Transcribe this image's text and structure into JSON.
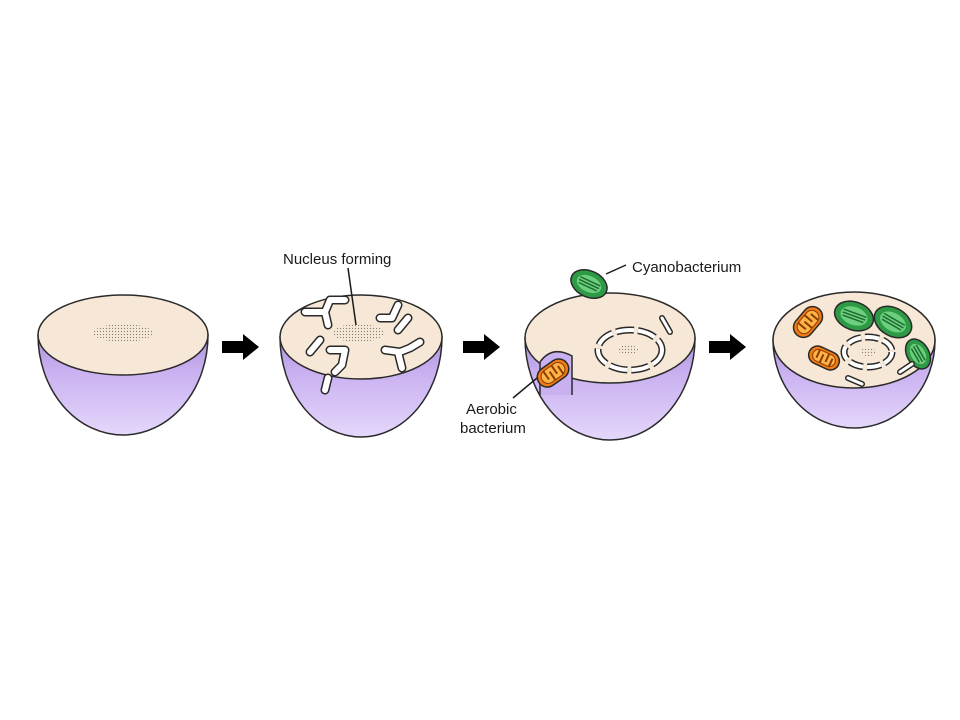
{
  "labels": {
    "nucleus_forming": "Nucleus forming",
    "cyanobacterium": "Cyanobacterium",
    "aerobic_line1": "Aerobic",
    "aerobic_line2": "bacterium"
  },
  "colors": {
    "cell_bottom": "#c9b0f0",
    "cell_bottom_dark": "#a993da",
    "cell_top": "#f6e7d6",
    "outline": "#2a2a2a",
    "chloroplast": "#2e9a46",
    "chloroplast_light": "#6ccf7e",
    "mitochondrion": "#f07a14",
    "mitochondrion_light": "#ffb347",
    "arrow": "#000000"
  }
}
